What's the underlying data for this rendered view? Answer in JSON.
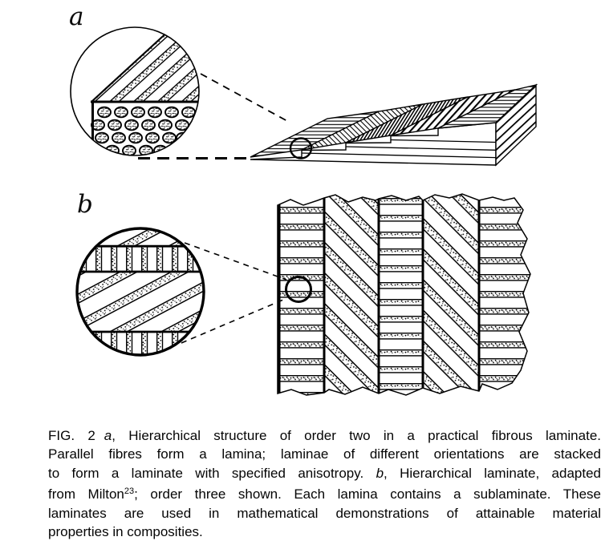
{
  "colors": {
    "ink": "#000000",
    "paper": "#ffffff"
  },
  "figure": {
    "panel_a_label": "a",
    "panel_b_label": "b"
  },
  "caption": {
    "lines": [
      {
        "pre": "FIG. 2",
        "em": "a",
        "post": ", Hierarchical structure of order two in a practical fibrous laminate."
      },
      {
        "pre": "Parallel fibres form a lamina; laminae of different orientations are stacked"
      },
      {
        "pre": "to form a laminate with specified anisotropy. ",
        "em": "b",
        "post": ", Hierarchical laminate, adapted"
      },
      {
        "pre": "from Milton",
        "sup": "23",
        "post": "; order three shown. Each lamina contains a sublaminate. These"
      },
      {
        "pre": "laminates are used in mathematical demonstrations of attainable material"
      },
      {
        "pre": "properties in composities."
      }
    ]
  }
}
